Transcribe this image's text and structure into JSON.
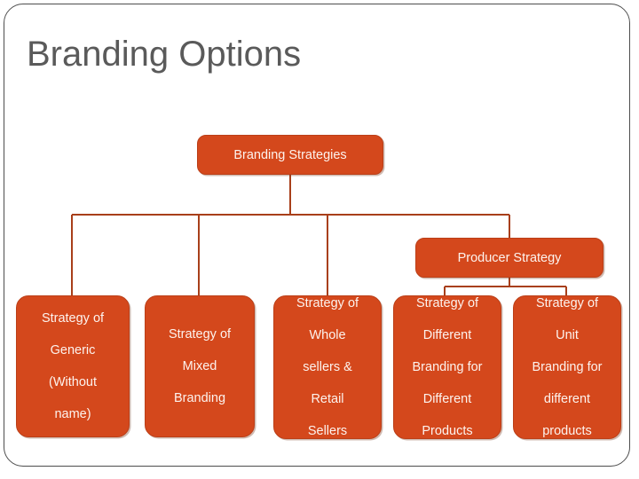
{
  "slide": {
    "title": "Branding Options",
    "title_color": "#5a5a5a",
    "background_color": "#ffffff",
    "frame_color": "#4d4d4d"
  },
  "theme": {
    "node_fill": "#d4481c",
    "node_border": "#bb3f18",
    "node_text_color": "#fdf3ee",
    "connector_color": "#a83f1a"
  },
  "chart_data": {
    "type": "diagram",
    "title": "Branding Options",
    "layout": "org-chart",
    "nodes": [
      {
        "id": "root",
        "label": "Branding Strategies",
        "level": 0
      },
      {
        "id": "producer",
        "label": "Producer Strategy",
        "level": 1
      },
      {
        "id": "generic",
        "label": "Strategy of Generic (Without name)",
        "level": 1
      },
      {
        "id": "mixed",
        "label": "Strategy of Mixed Branding",
        "level": 1
      },
      {
        "id": "wholesale",
        "label": "Strategy of Whole sellers & Retail Sellers",
        "level": 1
      },
      {
        "id": "different",
        "label": "Strategy of Different Branding for Different Products",
        "level": 2
      },
      {
        "id": "unit",
        "label": "Strategy of Unit Branding for different products",
        "level": 2
      }
    ],
    "edges": [
      {
        "from": "root",
        "to": "generic"
      },
      {
        "from": "root",
        "to": "mixed"
      },
      {
        "from": "root",
        "to": "wholesale"
      },
      {
        "from": "root",
        "to": "producer"
      },
      {
        "from": "producer",
        "to": "different"
      },
      {
        "from": "producer",
        "to": "unit"
      }
    ]
  },
  "nodes": {
    "root": {
      "label": "Branding Strategies"
    },
    "producer": {
      "label": "Producer Strategy"
    },
    "generic": {
      "lines": [
        "Strategy of",
        "Generic",
        "(Without",
        "name)"
      ]
    },
    "mixed": {
      "lines": [
        "Strategy of",
        "Mixed",
        "Branding"
      ]
    },
    "wholesale": {
      "lines": [
        "Strategy of",
        "Whole",
        "sellers &",
        "Retail",
        "Sellers"
      ]
    },
    "different": {
      "lines": [
        "Strategy of",
        "Different",
        "Branding for",
        "Different",
        "Products"
      ]
    },
    "unit": {
      "lines": [
        "Strategy of",
        "Unit",
        "Branding for",
        "different",
        "products"
      ]
    }
  }
}
